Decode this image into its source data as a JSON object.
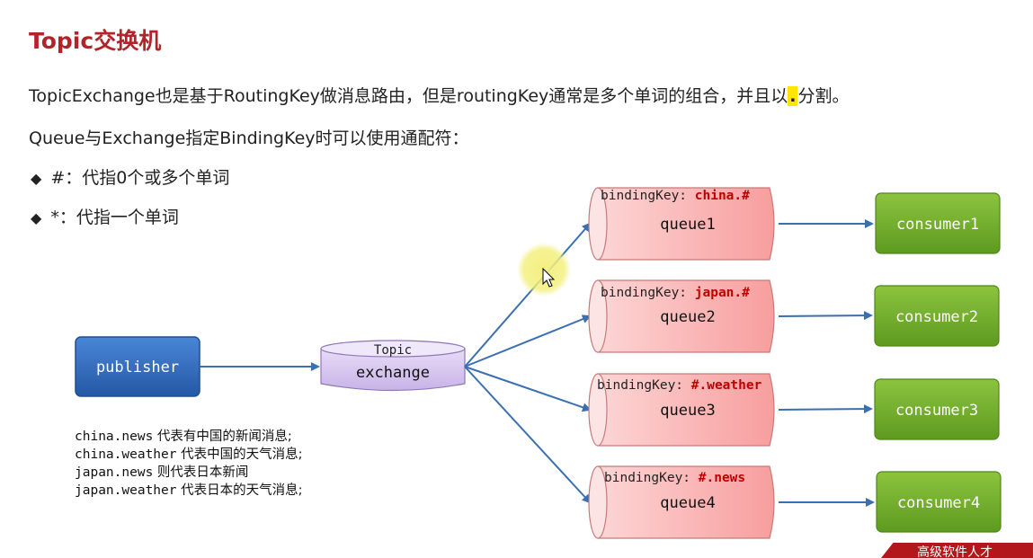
{
  "slide": {
    "title": "Topic交换机",
    "intro_part1": "TopicExchange也是基于RoutingKey做消息路由，但是routingKey通常是多个单词的组合，并且以",
    "intro_dot": ".",
    "intro_part2": "分割。",
    "rule_line": "Queue与Exchange指定BindingKey时可以使用通配符：",
    "bullets": [
      {
        "text": "#：代指0个或多个单词"
      },
      {
        "text": "*：代指一个单词"
      }
    ],
    "examples": [
      {
        "key": "china.news",
        "desc": "代表有中国的新闻消息;"
      },
      {
        "key": "china.weather",
        "desc": "代表中国的天气消息;"
      },
      {
        "key": "japan.news",
        "desc": "则代表日本新闻"
      },
      {
        "key": "japan.weather",
        "desc": "代表日本的天气消息;"
      }
    ],
    "brand_text": "高级软件人才"
  },
  "diagram": {
    "publisher": "publisher",
    "exchange_top": "Topic",
    "exchange": "exchange",
    "binding_prefix": "bindingKey: ",
    "queues": [
      {
        "name": "queue1",
        "binding": "china.#",
        "consumer": "consumer1"
      },
      {
        "name": "queue2",
        "binding": "japan.#",
        "consumer": "consumer2"
      },
      {
        "name": "queue3",
        "binding": "#.weather",
        "consumer": "consumer3"
      },
      {
        "name": "queue4",
        "binding": "#.news",
        "consumer": "consumer4"
      }
    ],
    "colors": {
      "title": "#b0242a",
      "publisher_fill": "#2f68b7",
      "exchange_fill": "#d9c9ef",
      "queue_fill": "#fbb9b9",
      "binding_key": "#c00000",
      "consumer_fill": "#6fac2a",
      "arrow": "#3a6fb0",
      "cursor_highlight": "#f3ef7a"
    }
  }
}
